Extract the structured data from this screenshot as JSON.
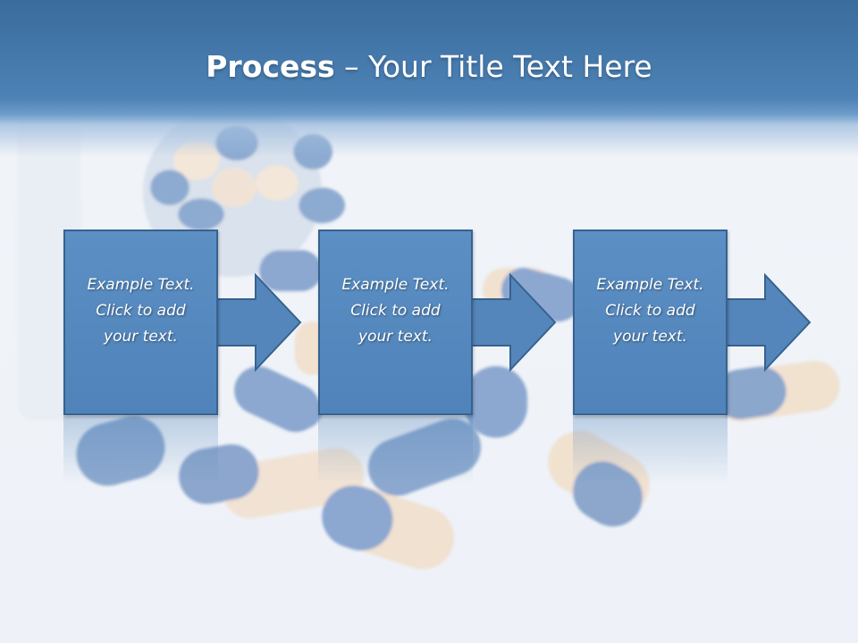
{
  "slide": {
    "title_bold": "Process",
    "title_rest": " – Your Title Text Here",
    "background_image": "pill-bottle-capsules-photo",
    "colors": {
      "title_bar": "#4d82b6",
      "box_fill": "#5586bb",
      "box_border": "#37628f",
      "text": "#ffffff"
    }
  },
  "steps": [
    {
      "text": "Example Text.\nClick  to add\nyour text."
    },
    {
      "text": "Example Text.\nClick  to add\nyour text."
    },
    {
      "text": "Example Text.\nClick  to add\nyour text."
    }
  ]
}
